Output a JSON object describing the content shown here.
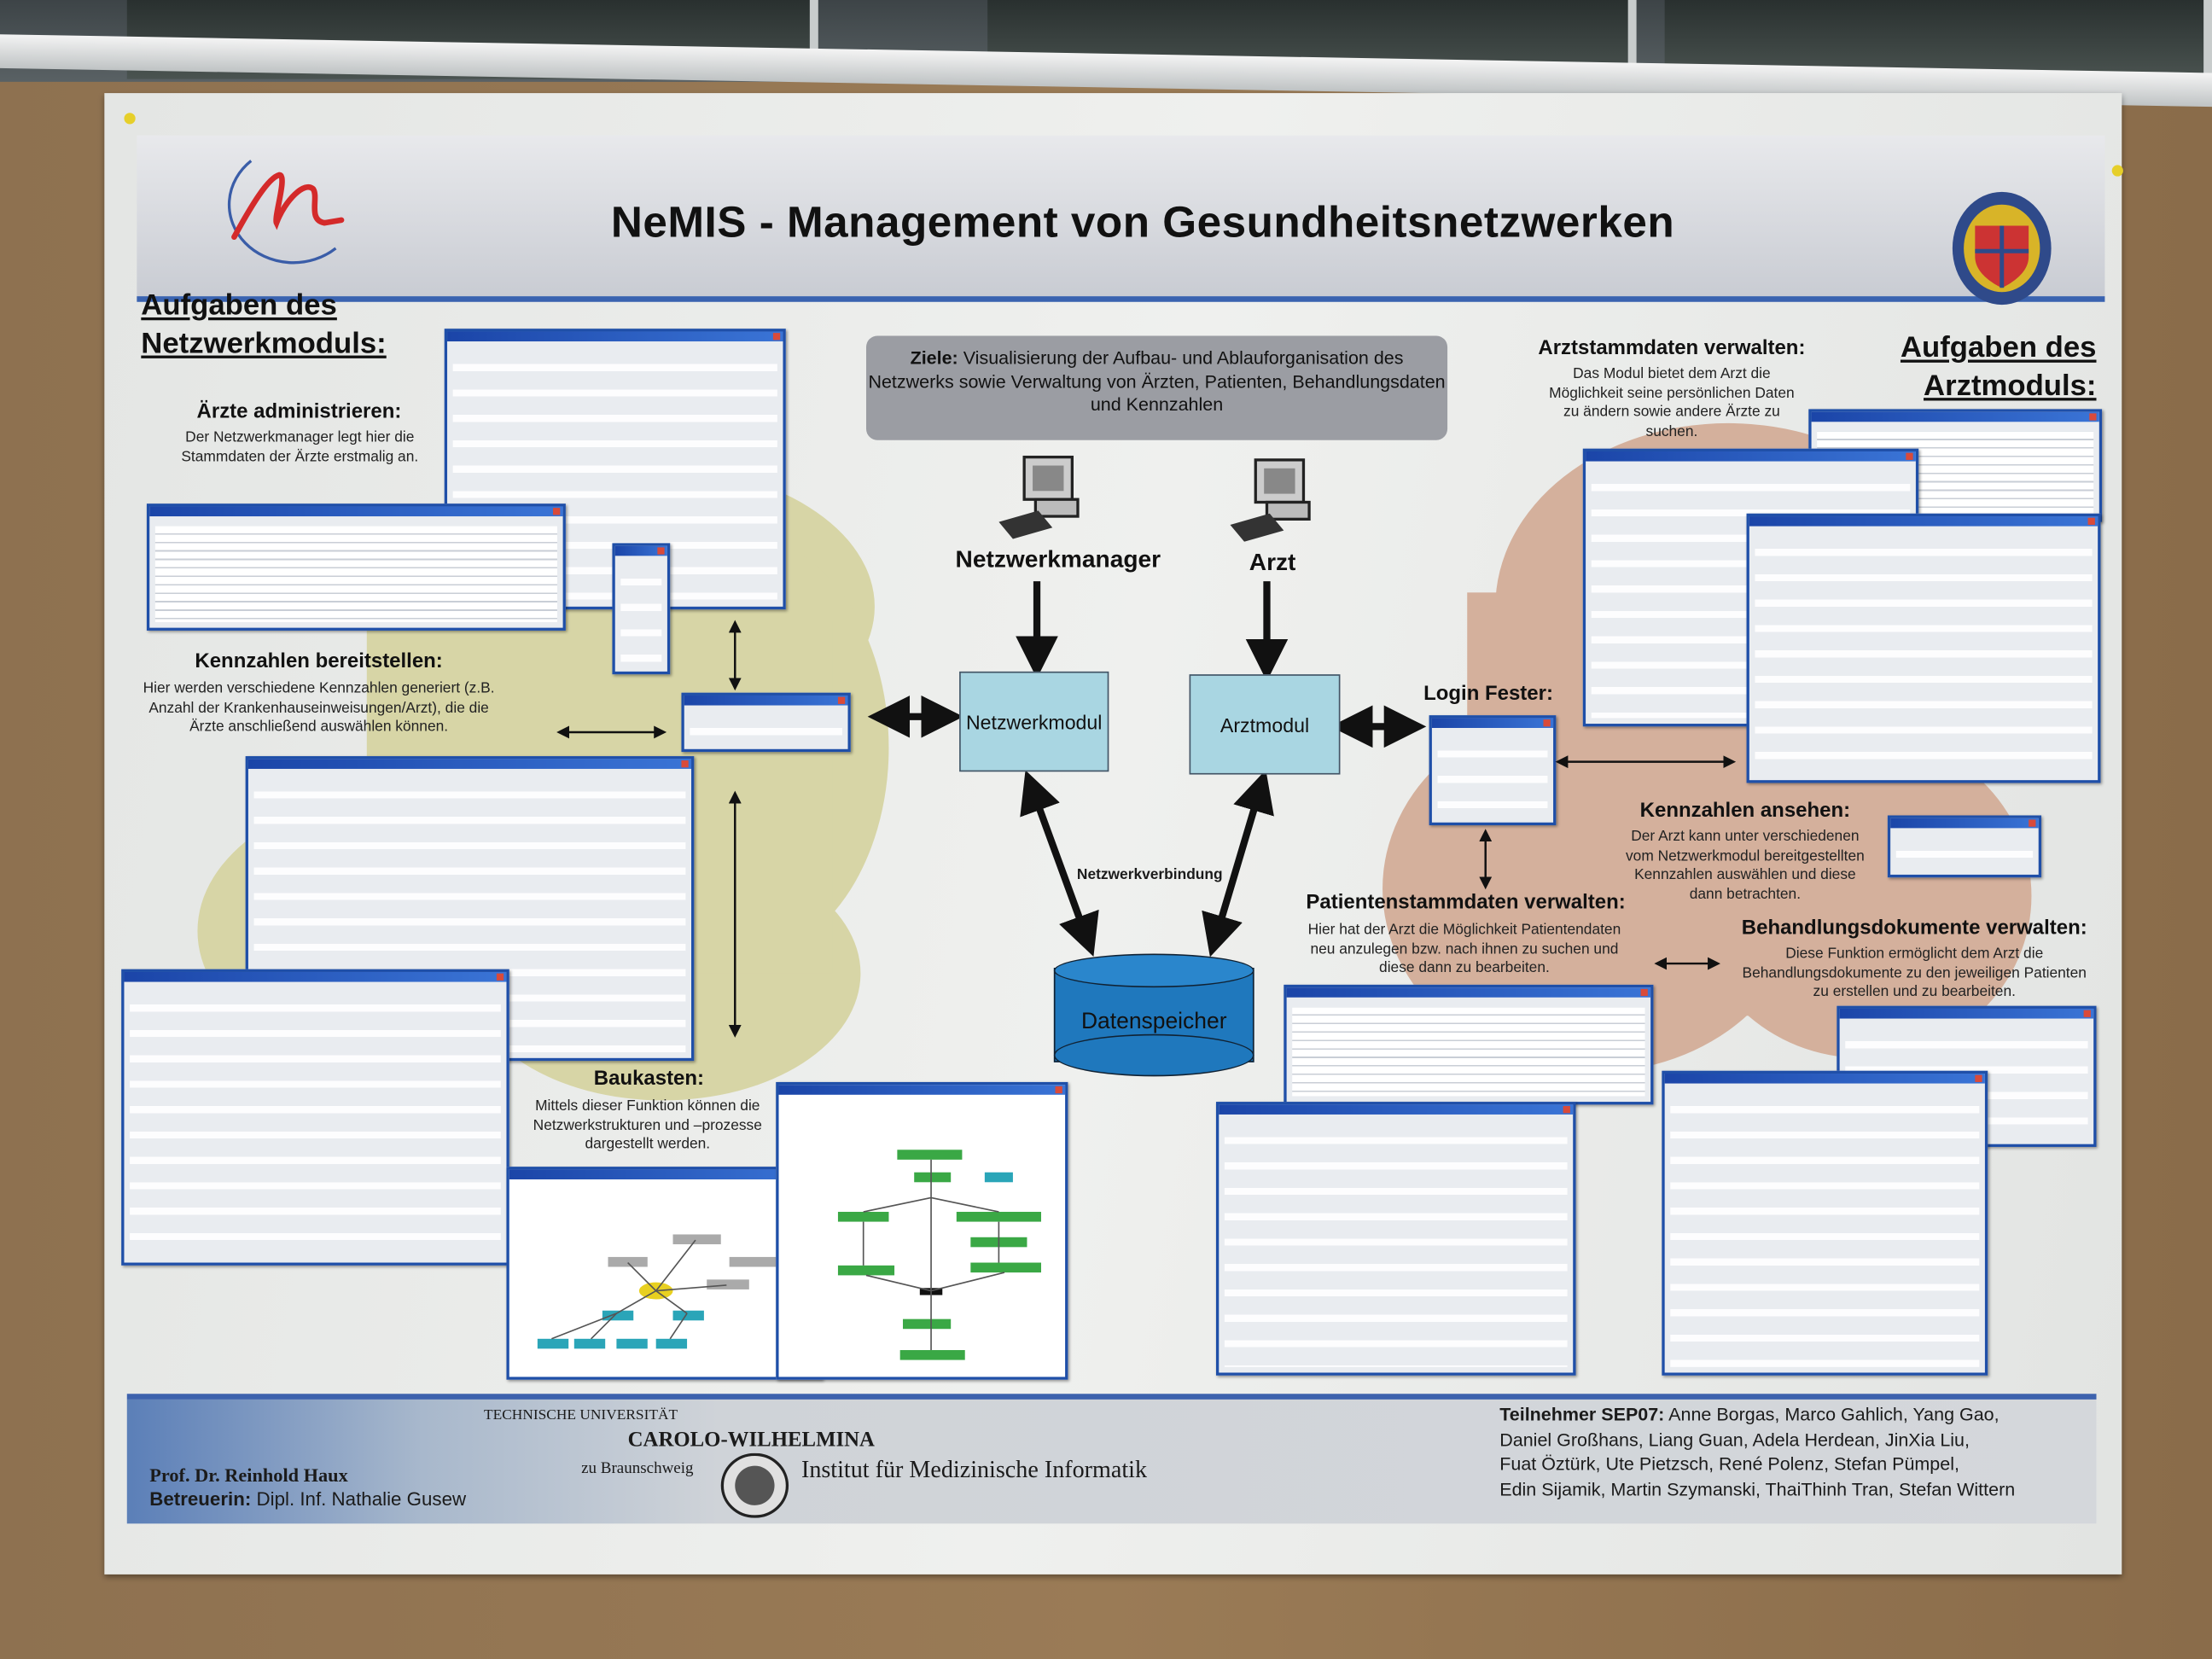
{
  "poster": {
    "title": "NeMIS - Management von Gesundheitsnetzwerken",
    "left_heading": [
      "Aufgaben des",
      "Netzwerkmoduls:"
    ],
    "right_heading": [
      "Aufgaben des",
      "Arztmoduls:"
    ],
    "ziele_label": "Ziele:",
    "ziele_text": "Visualisierung der Aufbau- und Ablauforganisation des Netzwerks sowie Verwaltung von Ärzten, Patienten, Behandlungsdaten und Kennzahlen",
    "sections_left": [
      {
        "title": "Ärzte administrieren:",
        "text": "Der Netzwerkmanager legt hier die Stammdaten der Ärzte erstmalig an."
      },
      {
        "title": "Kennzahlen bereitstellen:",
        "text": "Hier werden verschiedene Kennzahlen generiert (z.B. Anzahl der Krankenhauseinweisungen/Arzt), die die Ärzte anschließend auswählen können."
      },
      {
        "title": "Baukasten:",
        "text": "Mittels dieser Funktion können die Netzwerkstrukturen und –prozesse dargestellt werden."
      }
    ],
    "sections_right": [
      {
        "title": "Arztstammdaten verwalten:",
        "text": "Das Modul bietet dem Arzt die Möglichkeit seine persönlichen Daten zu ändern sowie andere Ärzte zu suchen."
      },
      {
        "title": "Login Fester:"
      },
      {
        "title": "Kennzahlen ansehen:",
        "text": "Der Arzt kann unter verschiedenen vom Netzwerkmodul bereitgestellten Kennzahlen auswählen und diese dann betrachten."
      },
      {
        "title": "Patientenstammdaten verwalten:",
        "text": "Hier hat der Arzt die Möglichkeit Patientendaten neu anzulegen bzw. nach ihnen zu suchen und diese dann zu bearbeiten."
      },
      {
        "title": "Behandlungsdokumente verwalten:",
        "text": "Diese Funktion ermöglicht dem Arzt die Behandlungsdokumente zu den jeweiligen Patienten zu erstellen und zu bearbeiten."
      }
    ],
    "diagram": {
      "actor_manager": "Netzwerkmanager",
      "actor_arzt": "Arzt",
      "module_network": "Netzwerkmodul",
      "module_arzt": "Arztmodul",
      "connection": "Netzwerkverbindung",
      "storage": "Datenspeicher",
      "colors": {
        "module": "#a9d6e2",
        "storage": "#1f78bd"
      }
    },
    "footer": {
      "professor": "Prof. Dr. Reinhold Haux",
      "supervisor_label": "Betreuerin:",
      "supervisor": "Dipl. Inf. Nathalie Gusew",
      "uni_line1": "TECHNISCHE UNIVERSITÄT",
      "uni_line2": "CAROLO-WILHELMINA",
      "uni_line3": "zu Braunschweig",
      "institute": "Institut für Medizinische Informatik",
      "participants_label": "Teilnehmer SEP07:",
      "participants": [
        "Anne Borgas, Marco Gahlich, Yang Gao,",
        "Daniel Großhans, Liang Guan, Adela Herdean, JinXia Liu,",
        "Fuat Öztürk, Ute Pietzsch, René Polenz, Stefan Pümpel,",
        "Edin Sijamik, Martin Szymanski, ThaiThinh Tran, Stefan Wittern"
      ]
    }
  }
}
